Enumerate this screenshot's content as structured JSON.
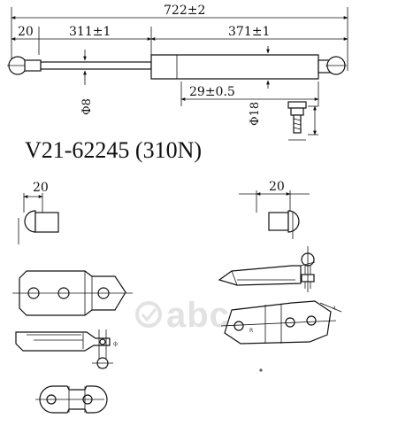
{
  "dimensions": {
    "total_length": "722±2",
    "left_end": "20",
    "rod_length": "311±1",
    "body_length": "371±1",
    "body_offset": "29±0.5",
    "rod_diameter": "Φ8",
    "body_diameter": "Φ18"
  },
  "part_number": "V21-62245 (310N)",
  "details": {
    "left_end_dim": "20",
    "right_end_dim": "20"
  },
  "watermark": {
    "text": "abco"
  }
}
